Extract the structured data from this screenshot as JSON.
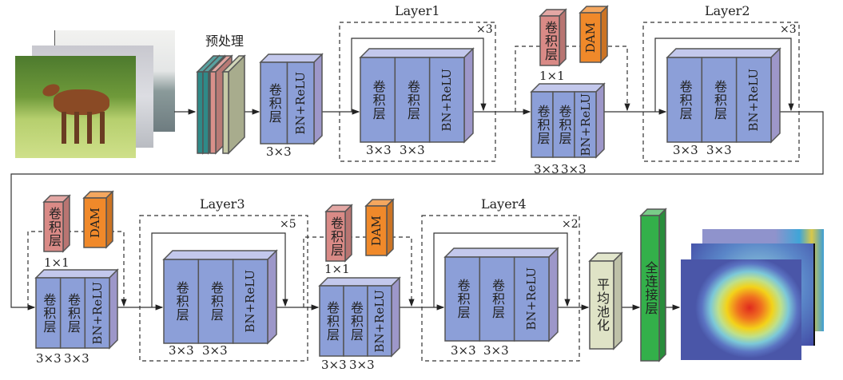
{
  "labels": {
    "preprocess": "预处理",
    "conv": "卷积层",
    "bn_relu": "BN+ReLU",
    "dam": "DAM",
    "k3": "3×3",
    "k1": "1×1",
    "avgpool": "平均池化",
    "fc": "全连接层"
  },
  "layers": [
    {
      "title": "Layer1",
      "repeat": "×3"
    },
    {
      "title": "Layer2",
      "repeat": "×3"
    },
    {
      "title": "Layer3",
      "repeat": "×5"
    },
    {
      "title": "Layer4",
      "repeat": "×2"
    }
  ],
  "colors": {
    "block_front": "#8c9fd8",
    "block_top": "#c3c8ec",
    "block_side": "#9d97c9",
    "conv1x1": "#d98a86",
    "dam": "#f0892a",
    "avgpool": "#dfe3c6",
    "fc": "#33b04a",
    "preprocess_teal": "#2f8a88",
    "preprocess_pink": "#d9908a",
    "preprocess_beige": "#c6caa6"
  }
}
